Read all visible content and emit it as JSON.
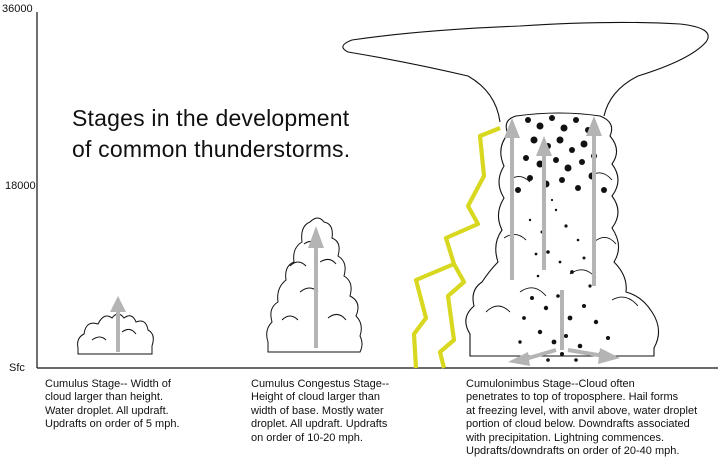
{
  "title_lines": [
    "Stages in the development",
    "of common thunderstorms."
  ],
  "axis": {
    "labels": [
      "36000",
      "18000",
      "Sfc"
    ]
  },
  "stages": [
    {
      "name": "Cumulus",
      "caption_lines": [
        "Cumulus Stage-- Width of",
        "cloud larger than height.",
        "Water droplet.  All updraft.",
        "Updrafts on order of 5 mph."
      ]
    },
    {
      "name": "Cumulus Congestus",
      "caption_lines": [
        "Cumulus Congestus Stage--",
        "Height of cloud larger than",
        "width of base.  Mostly water",
        "droplet.  All updraft. Updrafts",
        "on order of 10-20 mph."
      ]
    },
    {
      "name": "Cumulonimbus",
      "caption_lines": [
        "Cumulonimbus Stage--Cloud often",
        "penetrates to top of troposphere.  Hail forms",
        "at freezing level, with anvil above, water droplet",
        "portion of cloud below.  Downdrafts associated",
        "with precipitation.  Lightning commences.",
        "Updrafts/downdrafts on order of 20-40 mph."
      ]
    }
  ],
  "colors": {
    "lightning": "#d8d820",
    "arrow": "#b4b4b4",
    "ink": "#111111"
  }
}
